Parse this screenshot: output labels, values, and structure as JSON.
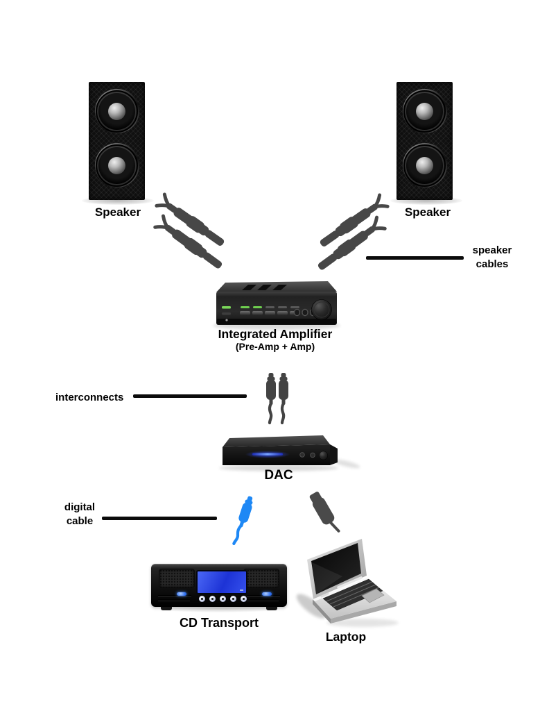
{
  "diagram": {
    "components": {
      "speaker_left": "Speaker",
      "speaker_right": "Speaker",
      "amplifier": "Integrated Amplifier",
      "amplifier_sub": "(Pre-Amp + Amp)",
      "dac": "DAC",
      "cd_transport": "CD Transport",
      "laptop": "Laptop"
    },
    "annotations": {
      "speaker_cables": "speaker\ncables",
      "interconnects": "interconnects",
      "digital_cable": "digital\ncable"
    },
    "colors": {
      "background": "#ffffff",
      "label_text": "#000000",
      "cable_gray": "#474747",
      "digital_cable_blue": "#1e88f5",
      "cd_screen_blue": "#2640e0",
      "dac_led_blue": "#4466ff",
      "amp_led_green": "#7bd95a"
    }
  }
}
